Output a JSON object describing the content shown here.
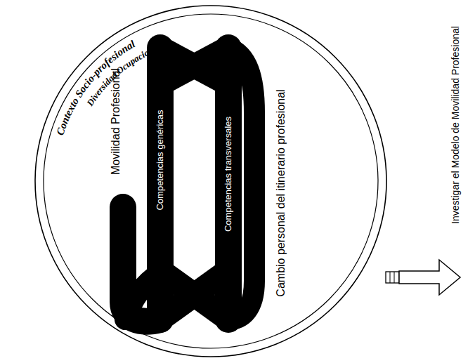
{
  "diagram": {
    "nodes": [
      {
        "text": [
          "Contexto Socio-profesional",
          "Diversidad Ocupacional"
        ]
      },
      {
        "text": [
          "Movilidad Profesional",
          "Competencias genéricas",
          "Competencias transversales",
          "Cambio personal del itinerario profesional"
        ],
        "in": 0
      }
    ],
    "labels": [
      "Investigar el Modelo de Movilidad Profesional"
    ]
  }
}
